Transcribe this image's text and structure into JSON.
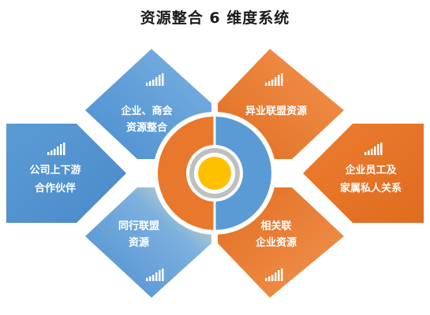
{
  "title": "资源整合 6 维度系统",
  "colors": {
    "blue": "#5b9bd5",
    "blue_dark": "#3f7fc2",
    "orange": "#ed7d31",
    "orange_dark": "#d8661c",
    "gold": "#ffc000",
    "gray_ring": "#bfbfbf"
  },
  "icon": "signal-bars-icon",
  "panels": {
    "top_left": {
      "line1": "企业、商会",
      "line2": "资源整合"
    },
    "left": {
      "line1": "公司上下游",
      "line2": "合作伙伴"
    },
    "bottom_left": {
      "line1": "同行联盟",
      "line2": "资源"
    },
    "top_right": {
      "line1": "异业联盟资源",
      "line2": ""
    },
    "right": {
      "line1": "企业员工及",
      "line2": "家属私人关系"
    },
    "bottom_right": {
      "line1": "相关联",
      "line2": "企业资源"
    }
  }
}
